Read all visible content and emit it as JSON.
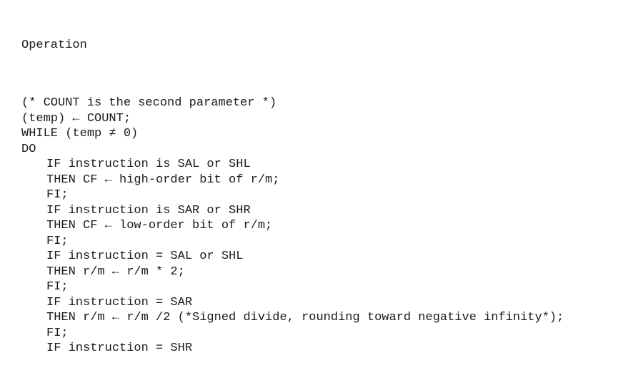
{
  "section": {
    "heading": "Operation"
  },
  "code": {
    "lines": [
      {
        "text": "(* COUNT is the second parameter *)",
        "indent": 0
      },
      {
        "text": "(temp) ← COUNT;",
        "indent": 0
      },
      {
        "text": "WHILE (temp ≠ 0)",
        "indent": 0
      },
      {
        "text": "DO",
        "indent": 0
      },
      {
        "text": "IF instruction is SAL or SHL",
        "indent": 1
      },
      {
        "text": "THEN CF ← high-order bit of r/m;",
        "indent": 1
      },
      {
        "text": "FI;",
        "indent": 1
      },
      {
        "text": "IF instruction is SAR or SHR",
        "indent": 1
      },
      {
        "text": "THEN CF ← low-order bit of r/m;",
        "indent": 1
      },
      {
        "text": "FI;",
        "indent": 1
      },
      {
        "text": "IF instruction = SAL or SHL",
        "indent": 1
      },
      {
        "text": "THEN r/m ← r/m * 2;",
        "indent": 1
      },
      {
        "text": "FI;",
        "indent": 1
      },
      {
        "text": "IF instruction = SAR",
        "indent": 1
      },
      {
        "text": "THEN r/m ← r/m /2 (*Signed divide, rounding toward negative infinity*);",
        "indent": 1
      },
      {
        "text": "FI;",
        "indent": 1
      },
      {
        "text": "IF instruction = SHR",
        "indent": 1
      }
    ]
  }
}
